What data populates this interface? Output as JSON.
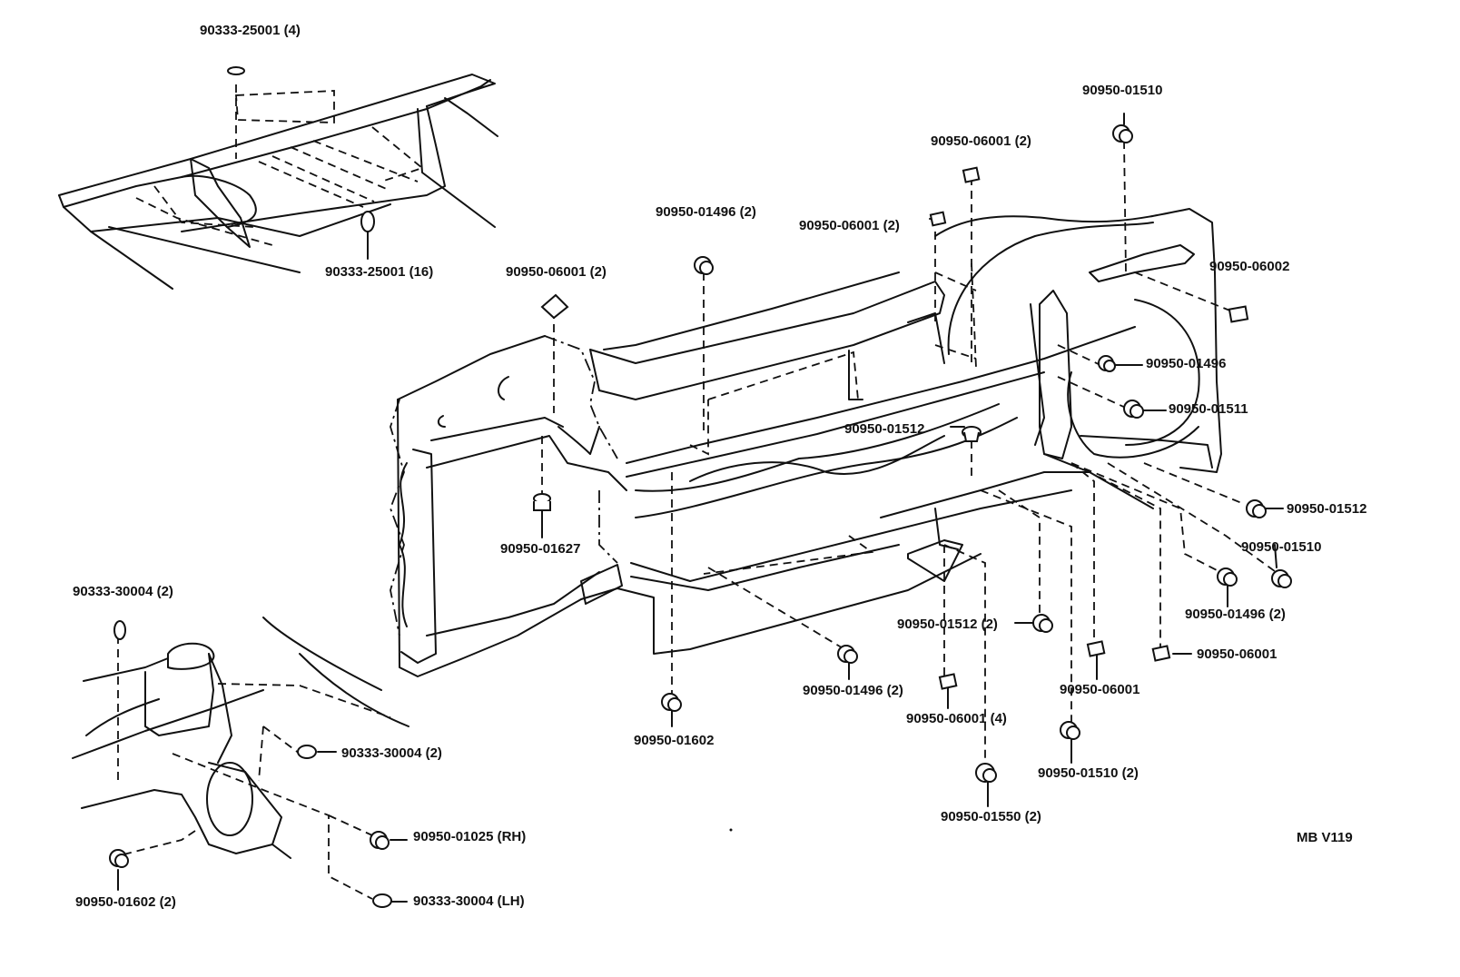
{
  "diagram_code": "MB  V119",
  "labels": {
    "tl_top": "90333-25001 (4)",
    "tl_bottom": "90333-25001 (16)",
    "c_plug_a": "90950-01496 (2)",
    "c_tape_a": "90950-06001 (2)",
    "c_tape_b": "90950-06001 (2)",
    "c_tape_c": "90950-06001 (2)",
    "r_plug_top": "90950-01510",
    "r_tape_rt": "90950-06002",
    "r_plug_1496": "90950-01496",
    "r_plug_1511": "90950-01511",
    "c_plug_1512": "90950-01512",
    "r_plug_1512": "90950-01512",
    "r_plug_1510": "90950-01510",
    "c_plug_1627": "90950-01627",
    "r_plug_1496_2": "90950-01496 (2)",
    "r_tape_06001": "90950-06001",
    "c_plug_1512_2": "90950-01512 (2)",
    "c_plug_1496_2": "90950-01496 (2)",
    "c_tape_06001": "90950-06001",
    "c_tape_06001_4": "90950-06001 (4)",
    "c_plug_1602": "90950-01602",
    "c_plug_1510_2": "90950-01510 (2)",
    "c_plug_1550_2": "90950-01550 (2)",
    "bl_top": "90333-30004 (2)",
    "bl_mid": "90333-30004 (2)",
    "bl_rh": "90950-01025 (RH)",
    "bl_lh": "90333-30004 (LH)",
    "bl_bottom": "90950-01602 (2)"
  }
}
